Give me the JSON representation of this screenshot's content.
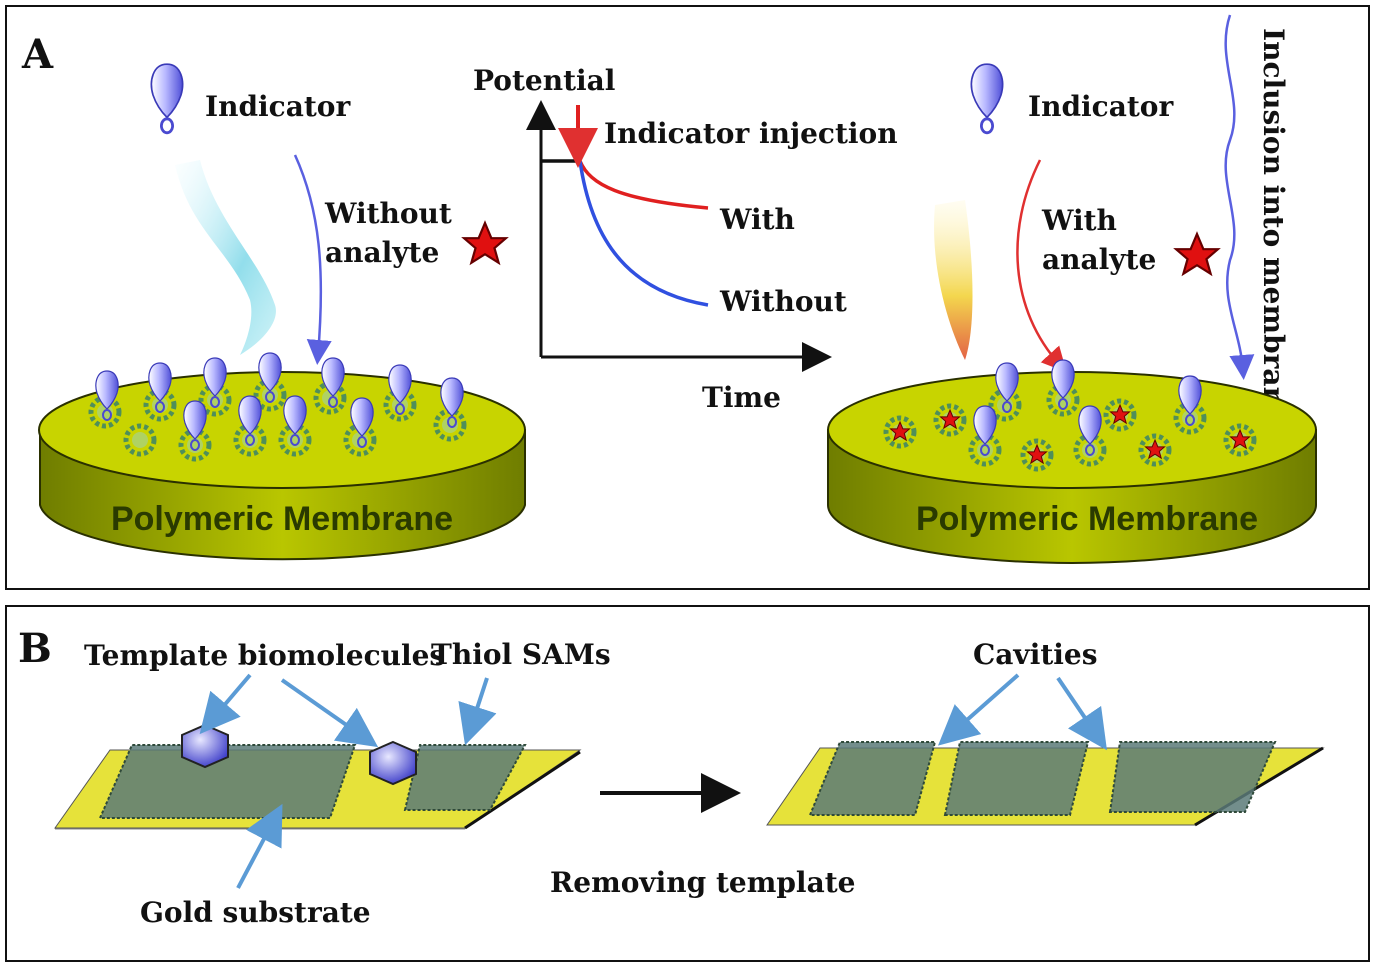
{
  "panel_a": {
    "letter": "A",
    "left": {
      "indicator_label": "Indicator",
      "condition_line1": "Without",
      "condition_line2": "analyte",
      "membrane_label": "Polymeric Membrane"
    },
    "graph": {
      "y_label": "Potential",
      "x_label": "Time",
      "injection_label": "Indicator injection",
      "curve_with_label": "With",
      "curve_without_label": "Without"
    },
    "right": {
      "indicator_label": "Indicator",
      "condition_line1": "With",
      "condition_line2": "analyte",
      "membrane_label": "Polymeric Membrane",
      "side_label": "Inclusion into membrane"
    }
  },
  "panel_b": {
    "letter": "B",
    "template_label": "Template biomolecules",
    "thiol_label": "Thiol SAMs",
    "gold_label": "Gold substrate",
    "cavities_label": "Cavities",
    "step_label": "Removing template"
  },
  "colors": {
    "membrane_top": "#c8d400",
    "membrane_side": "#8a9a00",
    "arrow_blue": "#5b9bd5",
    "curve_red": "#e02020",
    "curve_blue": "#3050e0",
    "gold": "#e6e23a",
    "star_red": "#e01010"
  }
}
